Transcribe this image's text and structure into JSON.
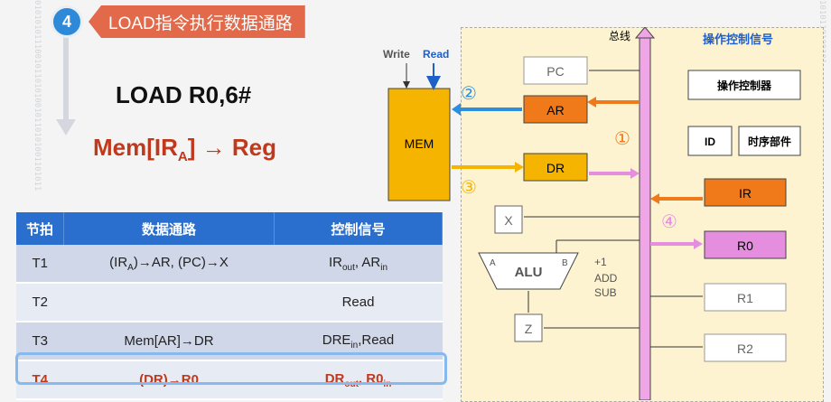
{
  "slide": {
    "number": "4",
    "title": "LOAD指令执行数据通路",
    "instruction": "LOAD R0,6#",
    "mem_expr": {
      "pre": "Mem[IR",
      "sub": "A",
      "post": "] → Reg"
    }
  },
  "table": {
    "headers": [
      "节拍",
      "数据通路",
      "控制信号"
    ],
    "rows": [
      {
        "beat": "T1",
        "path": "(IR<sub>A</sub>)→AR, (PC)→X",
        "signal": "IR<sub>out</sub>, AR<sub>in</sub>"
      },
      {
        "beat": "T2",
        "path": "",
        "signal": "Read"
      },
      {
        "beat": "T3",
        "path": "Mem[AR]→DR",
        "signal": "DRE<sub>in</sub>,Read"
      },
      {
        "beat": "T4",
        "path": "(DR)→R0",
        "signal": "DR<sub>out</sub>, R0<sub>in</sub>"
      }
    ]
  },
  "diagram": {
    "bus_label": "总线",
    "ctrl_signals_label": "操作控制信号",
    "ctrl_unit": "操作控制器",
    "id": "ID",
    "timing": "时序部件",
    "write": "Write",
    "read": "Read",
    "mem": "MEM",
    "pc": "PC",
    "ar": "AR",
    "dr": "DR",
    "ir": "IR",
    "r0": "R0",
    "r1": "R1",
    "r2": "R2",
    "x": "X",
    "z": "Z",
    "alu": "ALU",
    "alu_a": "A",
    "alu_b": "B",
    "plus1": "+1",
    "add": "ADD",
    "sub": "SUB",
    "step_markers": [
      "①",
      "②",
      "③",
      "④"
    ],
    "colors": {
      "orange": "#f07a1a",
      "blue": "#2b8fe0",
      "yellow": "#f5b400",
      "pink": "#e58ee0",
      "bus": "#f0a6e6"
    }
  }
}
